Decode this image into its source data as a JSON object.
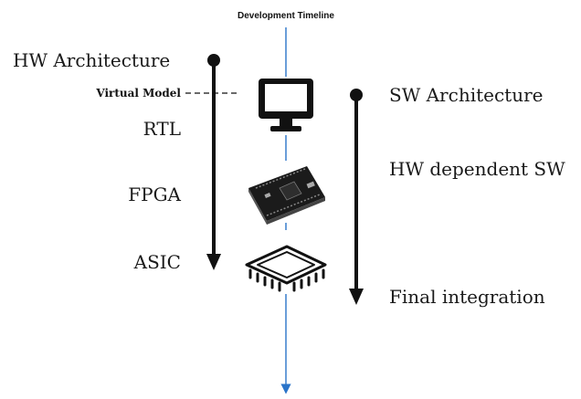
{
  "title": "Development Timeline",
  "hw_track": {
    "start_label": "HW Architecture",
    "stages": [
      "RTL",
      "FPGA",
      "ASIC"
    ],
    "virtual_model": "Virtual Model"
  },
  "sw_track": {
    "start_label": "SW Architecture",
    "middle_label": "HW dependent SW",
    "end_label": "Final integration"
  },
  "icons": [
    "monitor-icon",
    "fpga-board-icon",
    "chip-icon"
  ],
  "colors": {
    "timeline": "#2a74c9",
    "arrows": "#111111",
    "text": "#1a1a1a"
  }
}
